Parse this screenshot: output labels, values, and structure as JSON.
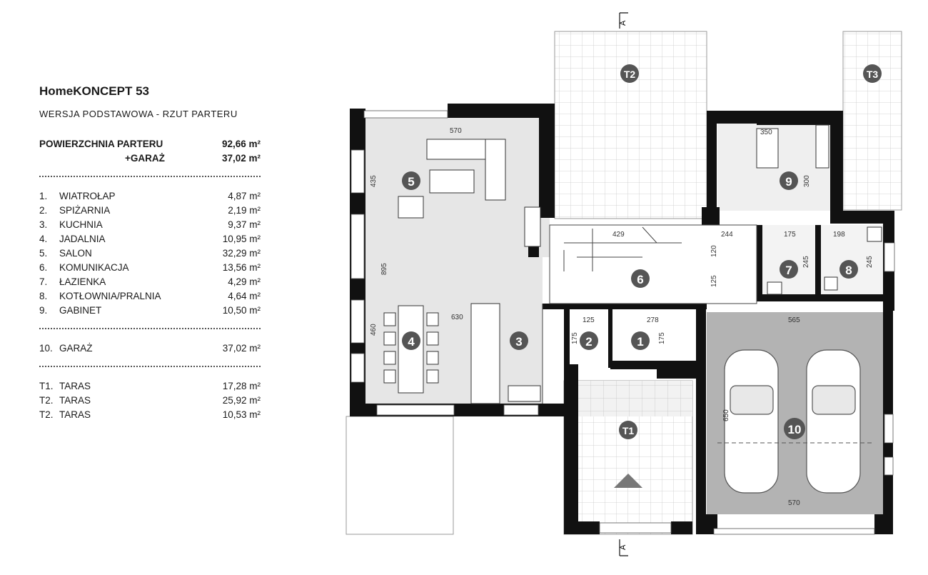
{
  "legend": {
    "title": "HomeKONCEPT 53",
    "subtitle": "WERSJA  PODSTAWOWA   -   RZUT PARTERU",
    "summary": [
      {
        "label": "POWIERZCHNIA PARTERU",
        "value": "92,66 m²"
      },
      {
        "label": "+GARAŻ",
        "value": "37,02 m²"
      }
    ],
    "rooms": [
      {
        "num": "1.",
        "name": "WIATROŁAP",
        "area": "4,87 m²"
      },
      {
        "num": "2.",
        "name": "SPIŻARNIA",
        "area": "2,19 m²"
      },
      {
        "num": "3.",
        "name": "KUCHNIA",
        "area": "9,37 m²"
      },
      {
        "num": "4.",
        "name": "JADALNIA",
        "area": "10,95 m²"
      },
      {
        "num": "5.",
        "name": "SALON",
        "area": "32,29 m²"
      },
      {
        "num": "6.",
        "name": "KOMUNIKACJA",
        "area": "13,56 m²"
      },
      {
        "num": "7.",
        "name": "ŁAZIENKA",
        "area": "4,29 m²"
      },
      {
        "num": "8.",
        "name": "KOTŁOWNIA/PRALNIA",
        "area": "4,64 m²"
      },
      {
        "num": "9.",
        "name": "GABINET",
        "area": "10,50 m²"
      }
    ],
    "garage": [
      {
        "num": "10.",
        "name": "GARAŻ",
        "area": "37,02 m²"
      }
    ],
    "terraces": [
      {
        "num": "T1.",
        "name": "TARAS",
        "area": "17,28 m²"
      },
      {
        "num": "T2.",
        "name": "TARAS",
        "area": "25,92 m²"
      },
      {
        "num": "T2.",
        "name": "TARAS",
        "area": "10,53 m²"
      }
    ]
  },
  "plan": {
    "section_mark": "A",
    "room_labels": [
      "1",
      "2",
      "3",
      "4",
      "5",
      "6",
      "7",
      "8",
      "9",
      "10"
    ],
    "terrace_labels": [
      "T1",
      "T2",
      "T3"
    ],
    "dimensions": [
      "570",
      "435",
      "895",
      "460",
      "630",
      "429",
      "244",
      "120",
      "125",
      "175",
      "245",
      "198",
      "245",
      "350",
      "300",
      "125",
      "175",
      "278",
      "175",
      "565",
      "650",
      "570"
    ]
  }
}
